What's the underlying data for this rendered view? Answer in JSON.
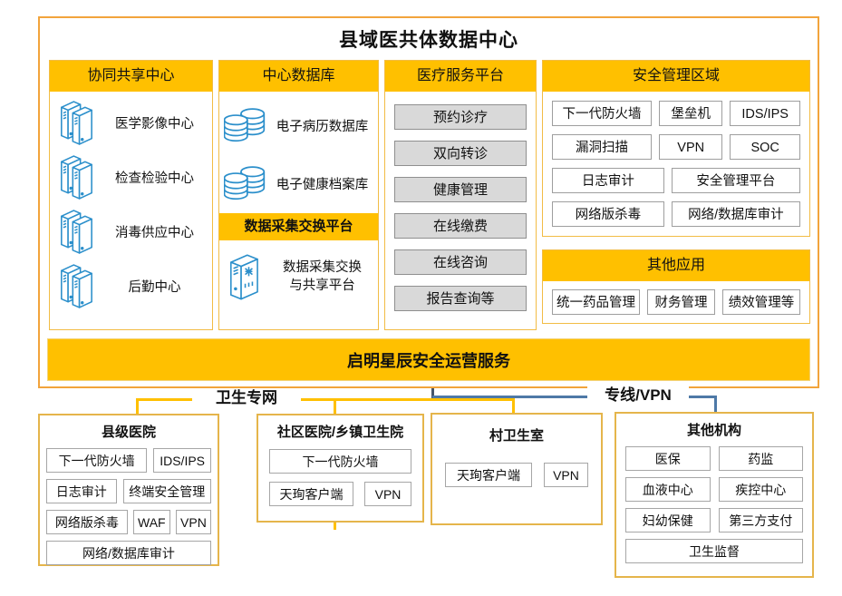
{
  "diagram": {
    "title": "县域医共体数据中心",
    "ops_bar": "启明星辰安全运营服务",
    "network_labels": {
      "left": "卫生专网",
      "right": "专线/VPN"
    },
    "columns": {
      "shared": {
        "header": "协同共享中心",
        "items": [
          {
            "icon": "server-pair-icon",
            "label": "医学影像中心"
          },
          {
            "icon": "server-pair-icon",
            "label": "检查检验中心"
          },
          {
            "icon": "server-pair-icon",
            "label": "消毒供应中心"
          },
          {
            "icon": "server-pair-icon",
            "label": "后勤中心"
          }
        ]
      },
      "database": {
        "header": "中心数据库",
        "items": [
          {
            "icon": "database-icon",
            "label": "电子病历数据库"
          },
          {
            "icon": "database-icon",
            "label": "电子健康档案库"
          }
        ],
        "band": "数据采集交换平台",
        "platform": {
          "icon": "exchange-server-icon",
          "line1": "数据采集交换",
          "line2": "与共享平台"
        }
      },
      "services": {
        "header": "医疗服务平台",
        "buttons": [
          "预约诊疗",
          "双向转诊",
          "健康管理",
          "在线缴费",
          "在线咨询",
          "报告查询等"
        ]
      },
      "security": {
        "header": "安全管理区域",
        "rows": [
          [
            "下一代防火墙",
            "堡垒机",
            "IDS/IPS"
          ],
          [
            "漏洞扫描",
            "VPN",
            "SOC"
          ],
          [
            "日志审计",
            "安全管理平台"
          ],
          [
            "网络版杀毒",
            "网络/数据库审计"
          ]
        ]
      },
      "other_apps": {
        "header": "其他应用",
        "buttons": [
          "统一药品管理",
          "财务管理",
          "绩效管理等"
        ]
      }
    },
    "sites": [
      {
        "title": "县级医院",
        "rows": [
          [
            "下一代防火墙",
            "IDS/IPS"
          ],
          [
            "日志审计",
            "终端安全管理"
          ],
          [
            "网络版杀毒",
            "WAF",
            "VPN"
          ],
          [
            "网络/数据库审计"
          ]
        ]
      },
      {
        "title": "社区医院/乡镇卫生院",
        "rows": [
          [
            "下一代防火墙"
          ],
          [
            "天珣客户端",
            "VPN"
          ]
        ]
      },
      {
        "title": "村卫生室",
        "rows": [
          [
            "天珣客户端",
            "VPN"
          ]
        ]
      },
      {
        "title": "其他机构",
        "rows": [
          [
            "医保",
            "药监"
          ],
          [
            "血液中心",
            "疾控中心"
          ],
          [
            "妇幼保健",
            "第三方支付"
          ],
          [
            "卫生监督"
          ]
        ]
      }
    ],
    "colors": {
      "amber": "#FFC000",
      "outer_border": "#F2A43C",
      "icon_blue": "#2386C8",
      "connector_yellow": "#FFC000",
      "connector_blue": "#4E79A7",
      "connector_dark": "#44546A",
      "gray_button_fill": "#D9D9D9"
    }
  }
}
